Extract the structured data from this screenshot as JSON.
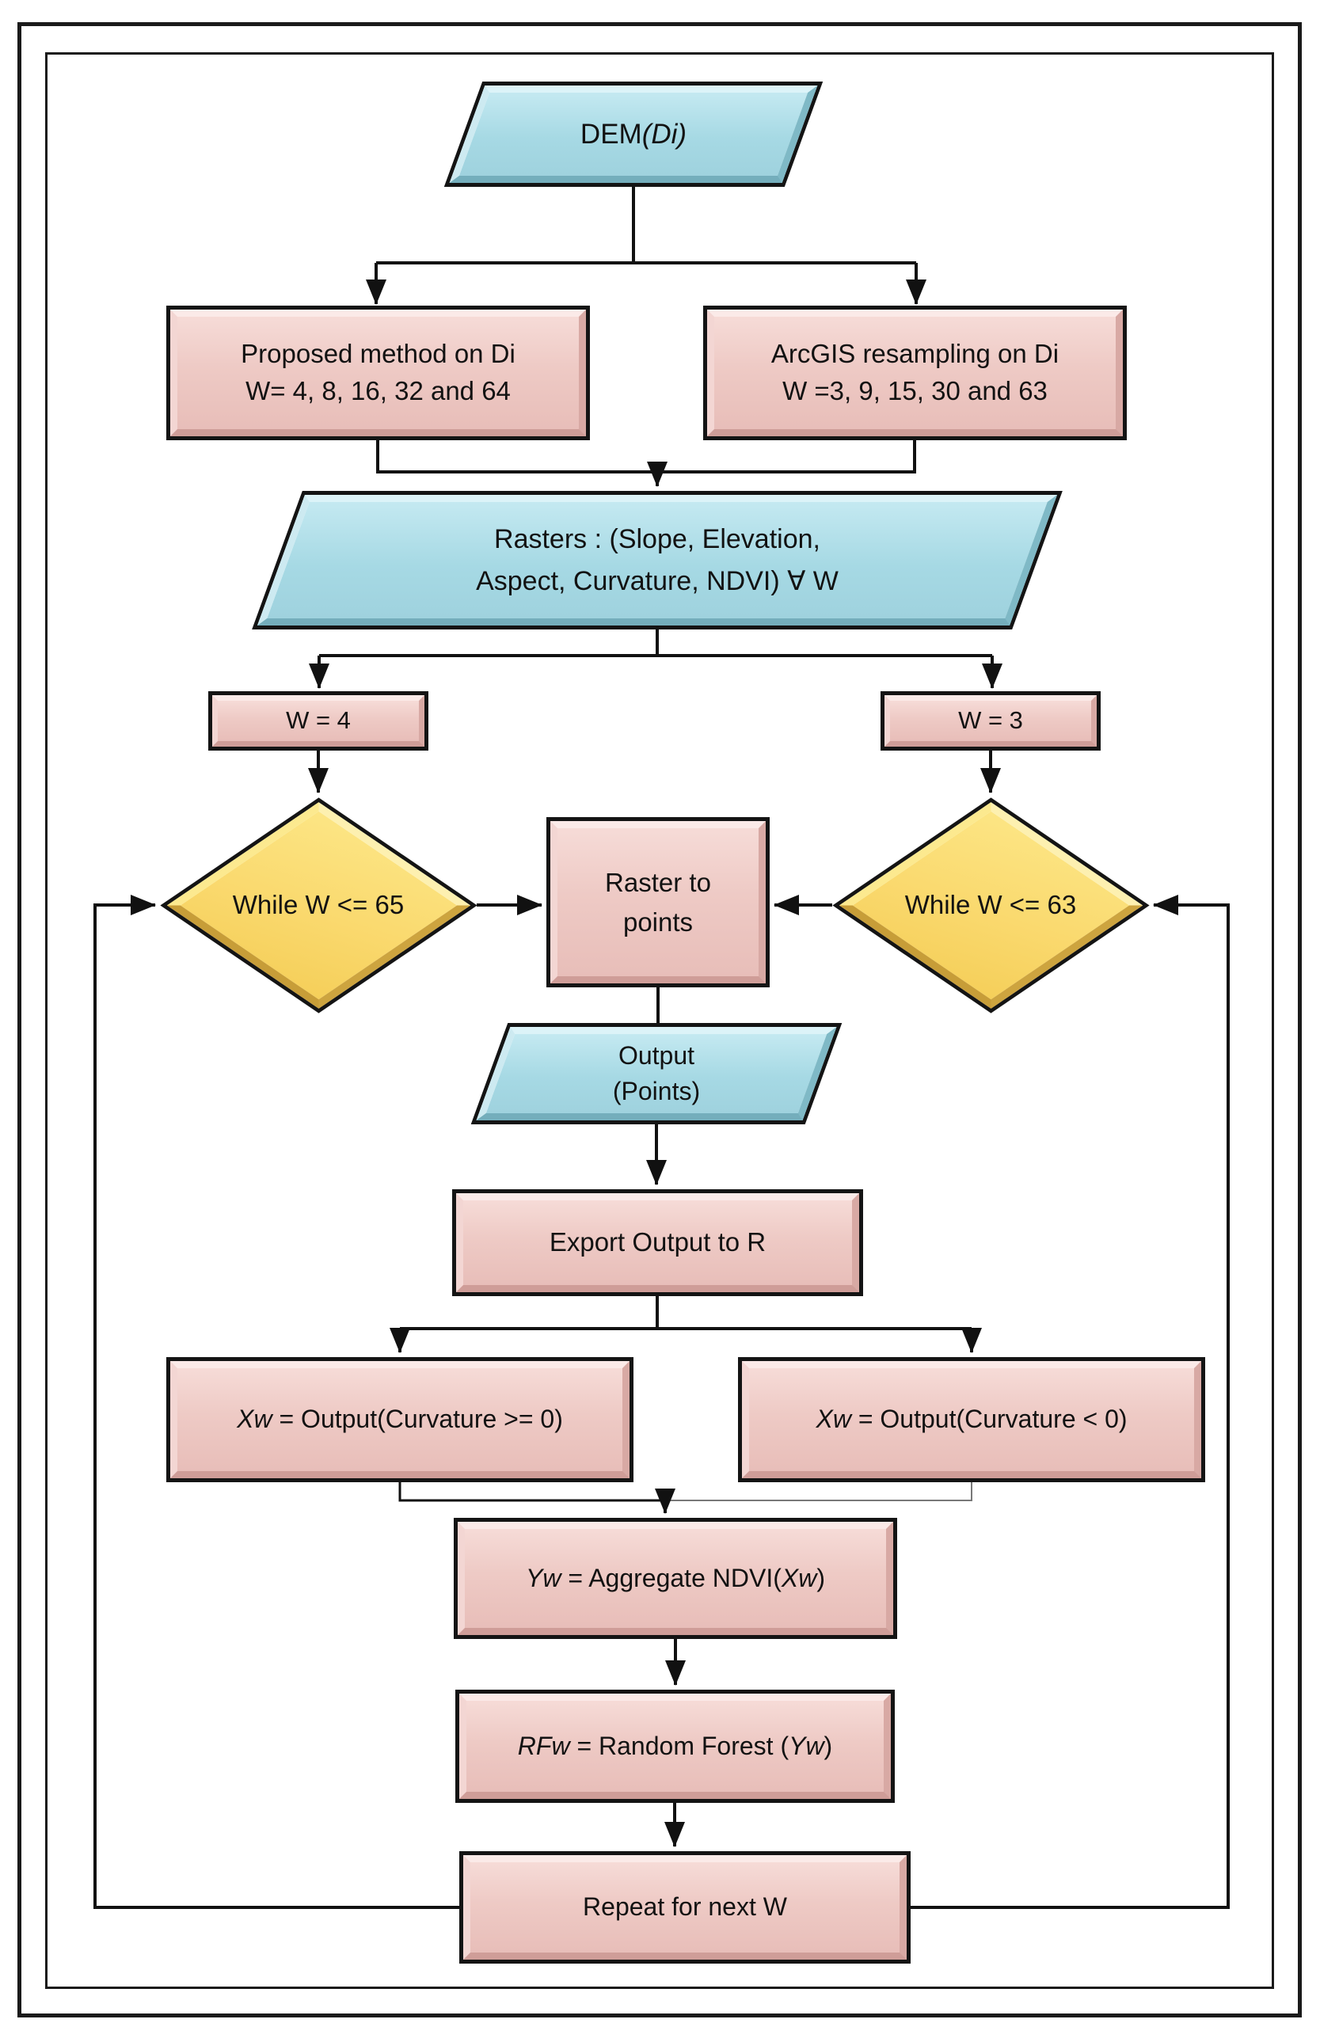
{
  "diagram": {
    "type": "flowchart",
    "colors": {
      "io_fill": "#a6d9e4",
      "process_fill": "#eecac5",
      "decision_fill": "#fad96e",
      "shape_border": "#141414",
      "connector": "#111111"
    },
    "nodes": {
      "dem": {
        "text": "DEM",
        "text_italic": "(Di)"
      },
      "proposed_method": {
        "line1": "Proposed method on Di",
        "line2": "W= 4, 8, 16, 32 and 64"
      },
      "arcgis_resampling": {
        "line1": "ArcGIS resampling on Di",
        "line2": "W =3, 9, 15, 30 and 63"
      },
      "rasters": {
        "line1": "Rasters : (Slope, Elevation,",
        "line2": "Aspect, Curvature, NDVI) ∀ W"
      },
      "w_init_left": {
        "text": "W = 4"
      },
      "w_init_right": {
        "text": "W = 3"
      },
      "while_left": {
        "text": "While W <= 65"
      },
      "while_right": {
        "text": "While W <= 63"
      },
      "raster_to_points": {
        "line1": "Raster to",
        "line2": "points"
      },
      "output_points": {
        "line1": "Output",
        "line2": "(Points)"
      },
      "export_r": {
        "text": "Export Output to R"
      },
      "xw_pos": {
        "t1": "Xw",
        "t2": " = Output(Curvature >= 0)"
      },
      "xw_neg": {
        "t1": "Xw",
        "t2": " = Output(Curvature < 0)"
      },
      "yw": {
        "t1": "Yw",
        "t2": " = Aggregate NDVI(",
        "t3": "Xw",
        "t4": ")"
      },
      "rfw": {
        "t1": "RFw",
        "t2": " = Random Forest (",
        "t3": "Yw",
        "t4": ")"
      },
      "repeat": {
        "text": "Repeat for next W"
      }
    }
  }
}
